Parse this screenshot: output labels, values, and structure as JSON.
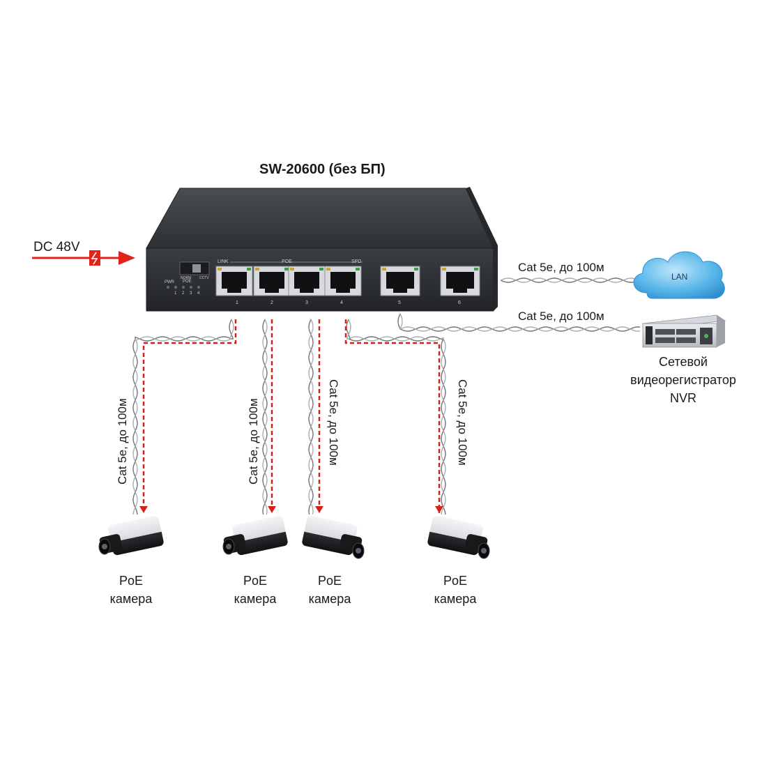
{
  "title": "SW-20600 (без БП)",
  "power": {
    "label": "DC 48V",
    "color": "#e2231a"
  },
  "uplink_cables": [
    {
      "label": "Cat 5e, до 100м"
    },
    {
      "label": "Cat 5e, до 100м"
    }
  ],
  "lan": {
    "label": "LAN"
  },
  "nvr": {
    "line1": "Сетевой",
    "line2": "видеорегистратор",
    "line3": "NVR"
  },
  "switch_panel": {
    "group_labels": [
      "LINK",
      "POE",
      "SPD"
    ],
    "port_numbers": [
      "1",
      "2",
      "3",
      "4",
      "5",
      "6"
    ],
    "mode_labels": [
      "NORM",
      "CCTV"
    ],
    "led_labels": [
      "PWR",
      "POE"
    ],
    "led_numbers": [
      "1",
      "2",
      "3",
      "4"
    ]
  },
  "cameras": [
    {
      "line1": "PoE",
      "line2": "камера",
      "cable": "Cat 5e, до 100м"
    },
    {
      "line1": "PoE",
      "line2": "камера",
      "cable": "Cat 5e, до 100м"
    },
    {
      "line1": "PoE",
      "line2": "камера",
      "cable": "Cat 5e, до 100м"
    },
    {
      "line1": "PoE",
      "line2": "камера",
      "cable": "Cat 5e, до 100м"
    }
  ],
  "colors": {
    "poe_flow": "#d8201a",
    "cloud": "#4fb0e6",
    "switch_body": "#3b3e42"
  }
}
